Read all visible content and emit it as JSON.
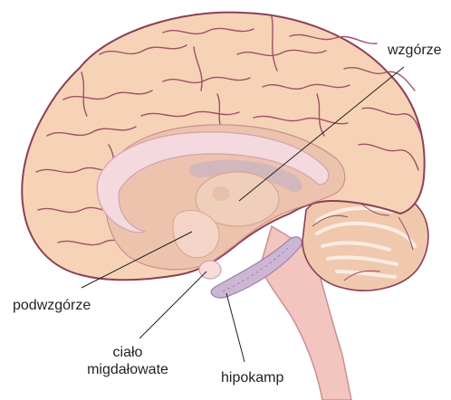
{
  "labels": {
    "thalamus": "wzgórze",
    "hypothalamus": "podwzgórze",
    "amygdala_line1": "ciało",
    "amygdala_line2": "migdałowate",
    "hippocampus": "hipokamp"
  },
  "colors": {
    "cortex_fill": "#f6d3b6",
    "cortex_outline": "#8c3f55",
    "sulcus": "#a0506a",
    "inner_region": "#ecc4ad",
    "corpus_callosum": "#f4d9df",
    "callosum_outline": "#d6a6b4",
    "ventricle": "#c9b3c2",
    "brainstem": "#f2c6be",
    "brainstem_outline": "#c98f93",
    "cerebellum": "#f0c8ad",
    "cerebellum_white": "#fbece2",
    "hippocampus_fill": "#cdb6d3",
    "amygdala_fill": "#f7dcdc",
    "leader_line": "#231f20"
  }
}
